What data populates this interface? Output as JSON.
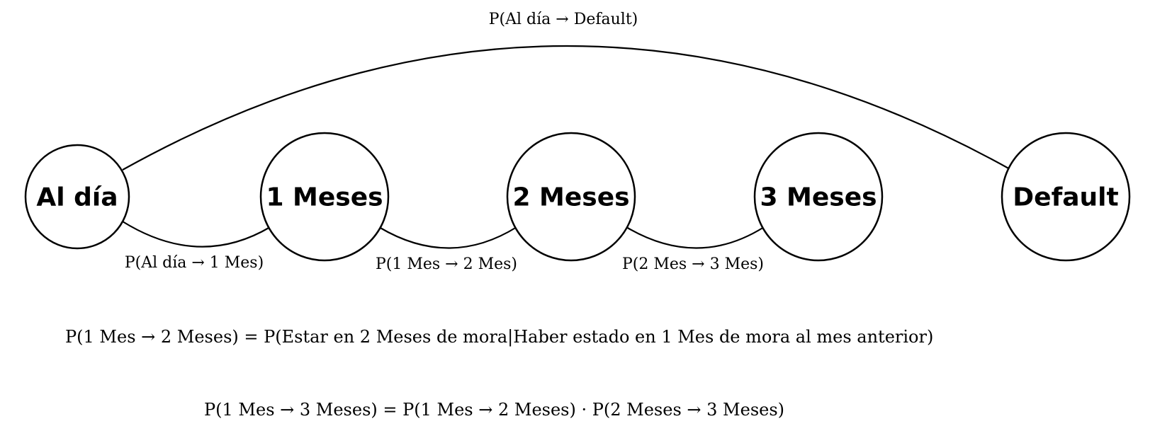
{
  "nodes": [
    {
      "id": "al-dia",
      "label": "Al día"
    },
    {
      "id": "mes-1",
      "label": "1 Meses"
    },
    {
      "id": "mes-2",
      "label": "2 Meses"
    },
    {
      "id": "mes-3",
      "label": "3 Meses"
    },
    {
      "id": "default",
      "label": "Default"
    }
  ],
  "edges": [
    {
      "from": "al-dia",
      "to": "default",
      "label": "P(Al día → Default)"
    },
    {
      "from": "al-dia",
      "to": "mes-1",
      "label": "P(Al día → 1 Mes)"
    },
    {
      "from": "mes-1",
      "to": "mes-2",
      "label": "P(1 Mes → 2 Mes)"
    },
    {
      "from": "mes-2",
      "to": "mes-3",
      "label": "P(2 Mes → 3 Mes)"
    }
  ],
  "formulas": {
    "conditional": "P(1 Mes → 2 Meses) = P(Estar en 2 Meses de mora|Haber estado en 1 Mes de mora al mes anterior)",
    "product": "P(1 Mes → 3 Meses) = P(1 Mes → 2 Meses) · P(2 Meses → 3 Meses)"
  }
}
